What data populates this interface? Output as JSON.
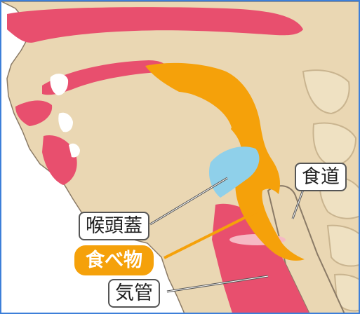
{
  "colors": {
    "skin": "#ead7b3",
    "mucosa": "#e84f6e",
    "food": "#f5a10a",
    "epiglottis": "#8fd0ea",
    "outline": "#555555",
    "frame": "#3d7fd9"
  },
  "labels": {
    "epiglottis": "喉頭蓋",
    "food": "食べ物",
    "trachea": "気管",
    "esophagus": "食道"
  }
}
